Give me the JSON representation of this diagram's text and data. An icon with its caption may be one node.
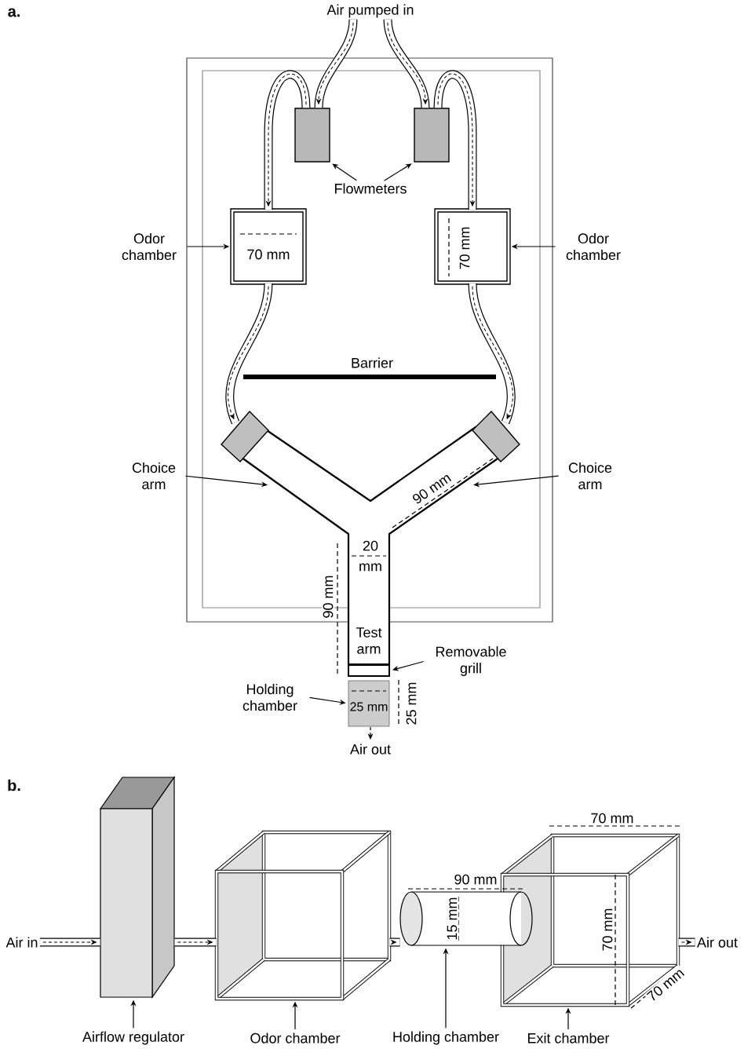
{
  "diagram": {
    "nodes": [
      {
        "text": [
          "Air pumped in"
        ]
      },
      {
        "text": [],
        "shape": "box"
      },
      {
        "text": [],
        "shape": "box"
      },
      {
        "text": [
          "Flowmeters"
        ]
      },
      {
        "text": [
          "70 mm"
        ]
      },
      {
        "text": [
          "70 mm"
        ]
      },
      {
        "text": [
          "Odor chamber"
        ]
      },
      {
        "text": [
          "Odor chamber"
        ]
      },
      {
        "text": [
          "Test arm"
        ]
      },
      {
        "text": [
          "Choice arm"
        ]
      },
      {
        "text": [
          "Choice arm"
        ]
      },
      {
        "text": [],
        "shape": "bar"
      },
      {
        "text": [
          "Removable grill"
        ]
      },
      {
        "text": [
          "25 mm"
        ]
      },
      {
        "text": [
          "Holding chamber"
        ]
      },
      {
        "text": [
          "Air in"
        ]
      },
      {
        "text": [],
        "shape": "box"
      },
      {
        "text": [],
        "shape": "box"
      },
      {
        "text": [],
        "shape": "cylinder"
      },
      {
        "text": [],
        "shape": "box"
      },
      {
        "text": [
          "Air out"
        ]
      },
      {
        "text": [
          "Airflow regulator"
        ]
      },
      {
        "text": [
          "Odor chamber"
        ]
      },
      {
        "text": [
          "Holding chamber"
        ]
      },
      {
        "text": [
          "Exit chamber"
        ]
      }
    ],
    "edges": [
      {
        "from": 0,
        "to": 1,
        "arrow": "to",
        "style": "thick"
      },
      {
        "from": 0,
        "to": 2,
        "arrow": "to",
        "style": "thick"
      },
      {
        "from": 3,
        "to": 1,
        "arrow": "to"
      },
      {
        "from": 3,
        "to": 2,
        "arrow": "to"
      },
      {
        "from": 1,
        "to": 4,
        "arrow": "to",
        "style": "thick"
      },
      {
        "from": 2,
        "to": 5,
        "arrow": "to",
        "style": "thick"
      },
      {
        "from": 6,
        "to": 4,
        "arrow": "to"
      },
      {
        "from": 7,
        "to": 5,
        "arrow": "to"
      },
      {
        "from": 4,
        "to": 8,
        "arrow": "to",
        "style": "thick"
      },
      {
        "from": 5,
        "to": 8,
        "arrow": "to",
        "style": "thick"
      },
      {
        "from": 9,
        "to": 8,
        "arrow": "to"
      },
      {
        "from": 10,
        "to": 8,
        "arrow": "to"
      },
      {
        "from": 12,
        "to": 11,
        "arrow": "to"
      },
      {
        "from": 14,
        "to": 13,
        "arrow": "to"
      },
      {
        "from": 15,
        "to": 16,
        "arrow": "to",
        "style": "thick"
      },
      {
        "from": 16,
        "to": 17,
        "arrow": "to",
        "style": "thick"
      },
      {
        "from": 17,
        "to": 18,
        "arrow": "to",
        "style": "thick"
      },
      {
        "from": 19,
        "to": 20,
        "arrow": "to",
        "style": "thick"
      },
      {
        "from": 21,
        "to": 16,
        "arrow": "to"
      },
      {
        "from": 22,
        "to": 17,
        "arrow": "to"
      },
      {
        "from": 23,
        "to": 18,
        "arrow": "to"
      },
      {
        "from": 24,
        "to": 19,
        "arrow": "to"
      }
    ],
    "labels": [
      "a.",
      "Barrier",
      "90 mm",
      "20 mm",
      "90 mm",
      "25 mm",
      "Air out",
      "b.",
      "70 mm",
      "90 mm",
      "15 mm",
      "70 mm",
      "70 mm"
    ]
  }
}
